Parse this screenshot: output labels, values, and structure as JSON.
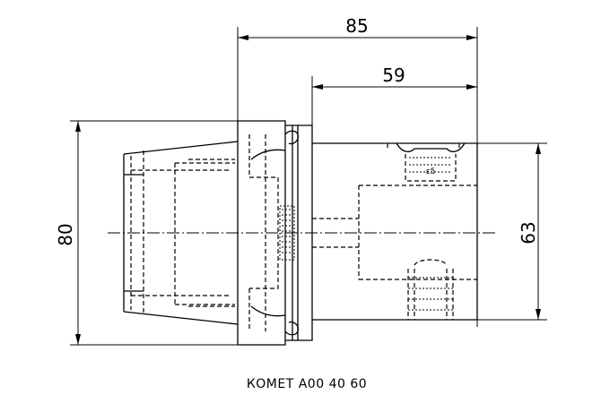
{
  "drawing": {
    "dimensions": {
      "overall_length": "85",
      "shank_length": "59",
      "body_diameter": "80",
      "shank_diameter": "63"
    },
    "caption": "КОМЕТ А00 40 60"
  }
}
